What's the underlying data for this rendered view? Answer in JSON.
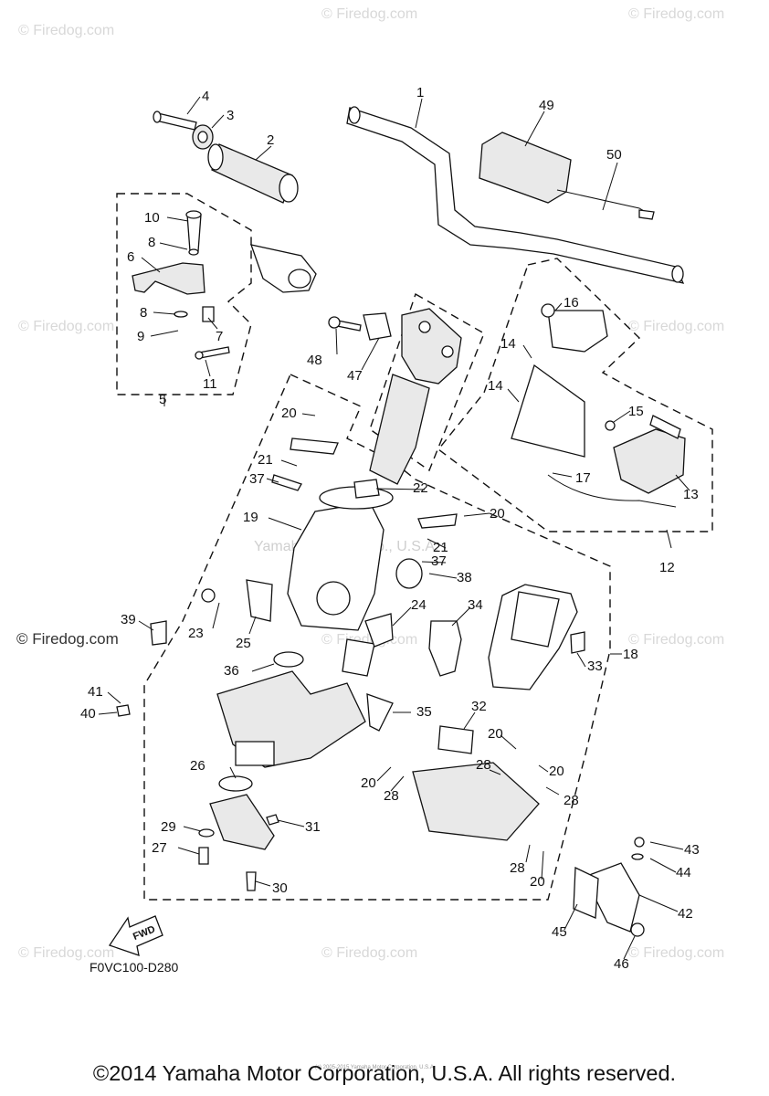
{
  "watermarks": {
    "brand": "© Firedog.com",
    "center": "Yamaha Motor Corp., U.S.A.",
    "tiny_notice": "(c) 2005-2015 Yamaha Motor Corporation, U.S.A."
  },
  "diagram_code": "F0VC100-D280",
  "fwd_label": "FWD",
  "copyright": "©2014 Yamaha Motor Corporation, U.S.A. All rights reserved.",
  "callouts": [
    "1",
    "2",
    "3",
    "4",
    "5",
    "6",
    "7",
    "8",
    "8",
    "9",
    "10",
    "11",
    "12",
    "13",
    "14",
    "14",
    "15",
    "16",
    "17",
    "18",
    "19",
    "20",
    "20",
    "20",
    "20",
    "20",
    "20",
    "21",
    "21",
    "22",
    "23",
    "24",
    "25",
    "26",
    "27",
    "28",
    "28",
    "28",
    "28",
    "29",
    "30",
    "31",
    "32",
    "33",
    "34",
    "35",
    "36",
    "37",
    "37",
    "38",
    "39",
    "40",
    "41",
    "42",
    "43",
    "44",
    "45",
    "46",
    "47",
    "48",
    "49",
    "50"
  ]
}
